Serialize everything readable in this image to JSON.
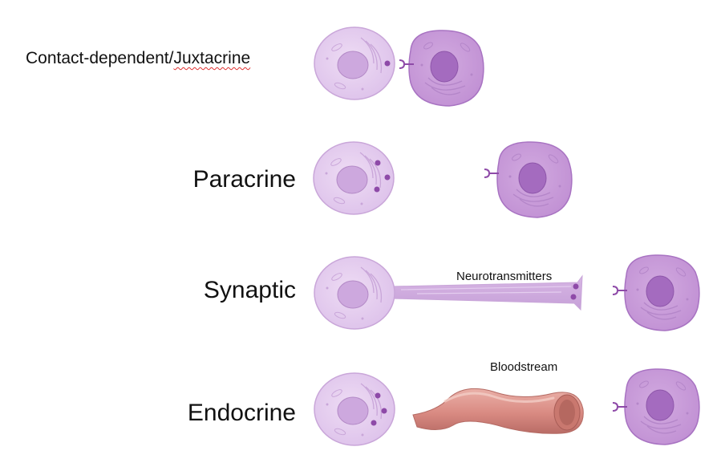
{
  "labels": {
    "contact_prefix": "Contact-dependent/",
    "contact_suffix": "Juxtacrine",
    "paracrine": "Paracrine",
    "synaptic": "Synaptic",
    "endocrine": "Endocrine",
    "neurotransmitters": "Neurotransmitters",
    "bloodstream": "Bloodstream"
  },
  "colors": {
    "signaling_cell": "#e3c9ee",
    "signaling_outline": "#c9a6d9",
    "target_cell": "#c79bd8",
    "target_outline": "#a873c2",
    "nucleus": "#a46bbf",
    "signal_molecule": "#8e4aa8",
    "vessel": "#d98d86",
    "misspell_underline": "#e03030"
  }
}
